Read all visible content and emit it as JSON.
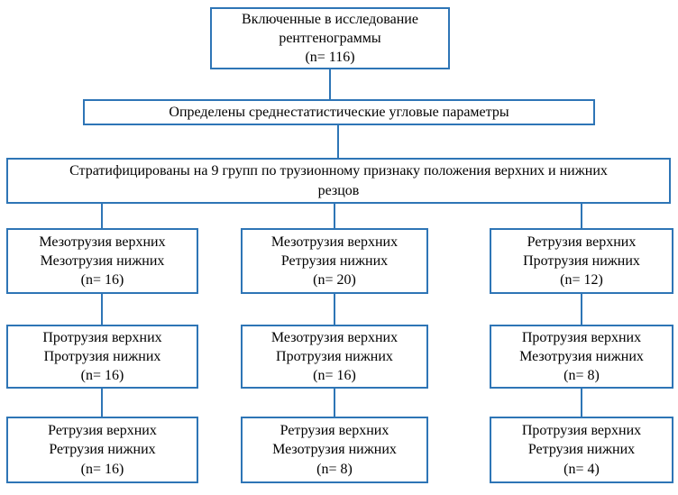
{
  "colors": {
    "border": "#2E75B6",
    "line": "#2E75B6",
    "text": "#000000",
    "background": "#FFFFFF"
  },
  "flowchart": {
    "top": {
      "text": "Включенные в исследование\nрентгенограммы\n(n= 116)"
    },
    "params": {
      "text": "Определены среднестатистические угловые параметры"
    },
    "strat": {
      "text": "Стратифицированы на 9 групп по трузионному признаку положения верхних и нижних\nрезцов"
    },
    "groups": [
      {
        "text": "Мезотрузия верхних\nМезотрузия нижних\n(n= 16)"
      },
      {
        "text": "Мезотрузия верхних\nРетрузия нижних\n(n= 20)"
      },
      {
        "text": "Ретрузия верхних\nПротрузия нижних\n(n= 12)"
      },
      {
        "text": "Протрузия верхних\nПротрузия нижних\n(n= 16)"
      },
      {
        "text": "Мезотрузия верхних\nПротрузия нижних\n(n= 16)"
      },
      {
        "text": "Протрузия верхних\nМезотрузия нижних\n(n= 8)"
      },
      {
        "text": "Ретрузия верхних\nРетрузия нижних\n(n= 16)"
      },
      {
        "text": "Ретрузия верхних\nМезотрузия нижних\n(n= 8)"
      },
      {
        "text": "Протрузия верхних\nРетрузия нижних\n(n= 4)"
      }
    ]
  }
}
